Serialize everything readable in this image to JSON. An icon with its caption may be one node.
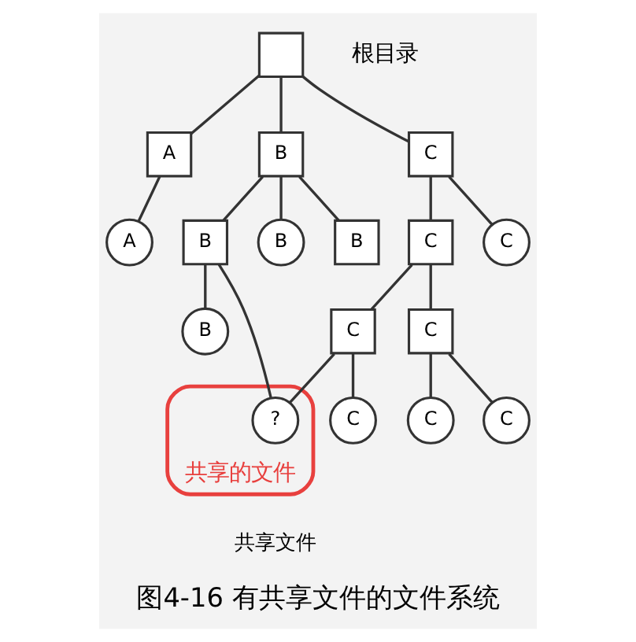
{
  "diagram": {
    "caption": "图4-16 有共享文件的文件系统",
    "nodes": [
      {
        "text": [],
        "shape": "box",
        "beside": [
          "根目录"
        ]
      },
      {
        "text": [
          "A"
        ]
      },
      {
        "text": [
          "B"
        ]
      },
      {
        "text": [
          "C"
        ]
      },
      {
        "text": [
          "A"
        ]
      },
      {
        "text": [
          "B"
        ]
      },
      {
        "text": [
          "B"
        ]
      },
      {
        "text": [
          "B"
        ]
      },
      {
        "text": [
          "C"
        ]
      },
      {
        "text": [
          "C"
        ]
      },
      {
        "text": [
          "B"
        ]
      },
      {
        "text": [
          "C"
        ]
      },
      {
        "text": [
          "C"
        ]
      },
      {
        "text": [
          "共享的文件"
        ]
      },
      {
        "text": [
          "?"
        ],
        "in": 13
      },
      {
        "text": [
          "C"
        ]
      },
      {
        "text": [
          "C"
        ]
      },
      {
        "text": [
          "C"
        ]
      }
    ],
    "edges": [
      {
        "from": 0,
        "to": 1,
        "arrow": "none"
      },
      {
        "from": 0,
        "to": 2,
        "arrow": "none"
      },
      {
        "from": 0,
        "to": 3,
        "arrow": "none"
      },
      {
        "from": 1,
        "to": 4,
        "arrow": "none"
      },
      {
        "from": 2,
        "to": 5,
        "arrow": "none"
      },
      {
        "from": 2,
        "to": 6,
        "arrow": "none"
      },
      {
        "from": 2,
        "to": 7,
        "arrow": "none"
      },
      {
        "from": 3,
        "to": 8,
        "arrow": "none"
      },
      {
        "from": 3,
        "to": 9,
        "arrow": "none"
      },
      {
        "from": 5,
        "to": 10,
        "arrow": "none"
      },
      {
        "from": 5,
        "to": 14,
        "arrow": "none"
      },
      {
        "from": 8,
        "to": 11,
        "arrow": "none"
      },
      {
        "from": 8,
        "to": 12,
        "arrow": "none"
      },
      {
        "from": 11,
        "to": 14,
        "arrow": "none"
      },
      {
        "from": 11,
        "to": 15,
        "arrow": "none"
      },
      {
        "from": 12,
        "to": 16,
        "arrow": "none"
      },
      {
        "from": 12,
        "to": 17,
        "arrow": "none"
      }
    ],
    "labels": [
      "共享文件"
    ]
  }
}
